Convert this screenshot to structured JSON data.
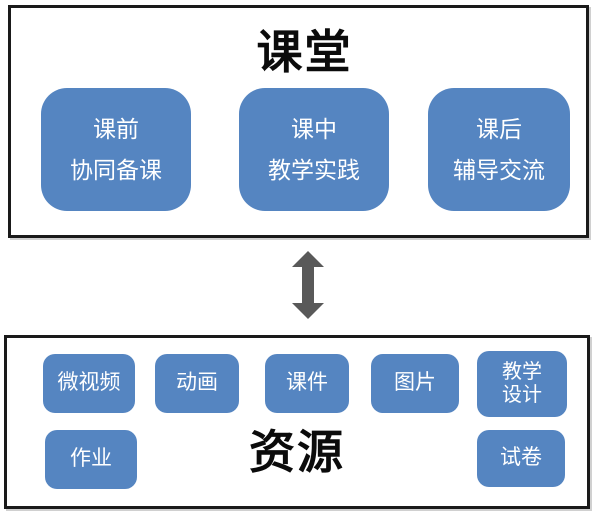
{
  "top_panel": {
    "title": "课堂",
    "nodes": [
      {
        "line1": "课前",
        "line2": "协同备课"
      },
      {
        "line1": "课中",
        "line2": "教学实践"
      },
      {
        "line1": "课后",
        "line2": "辅导交流"
      }
    ]
  },
  "connector": {
    "icon": "double-arrow-vertical",
    "color": "#595959"
  },
  "bottom_panel": {
    "title": "资源",
    "resources_row1": [
      "微视频",
      "动画",
      "课件",
      "图片"
    ],
    "resource_teaching_design": {
      "line1": "教学",
      "line2": "设计"
    },
    "resources_row2": [
      "作业",
      "试卷"
    ]
  },
  "colors": {
    "node_blue": "#5585c1",
    "arrow_gray": "#595959",
    "panel_border": "#1a1a1a",
    "node_text": "#ffffff",
    "title_text": "#0b0b0b"
  }
}
